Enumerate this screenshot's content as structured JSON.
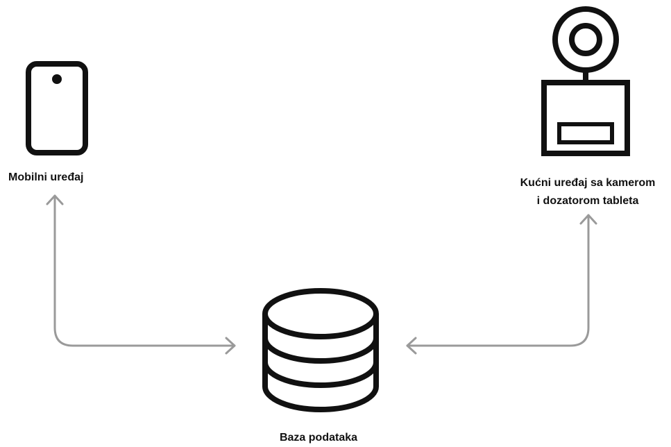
{
  "nodes": {
    "mobile": {
      "icon": "smartphone-icon",
      "label": "Mobilni uređaj"
    },
    "home_device": {
      "icon": "camera-dispenser-icon",
      "label_line1": "Kućni uređaj sa kamerom",
      "label_line2": "i dozatorom tableta"
    },
    "database": {
      "icon": "database-icon",
      "label": "Baza podataka"
    }
  },
  "colors": {
    "icon_stroke": "#111111",
    "connector": "#9a9a9a",
    "text": "#111111"
  }
}
